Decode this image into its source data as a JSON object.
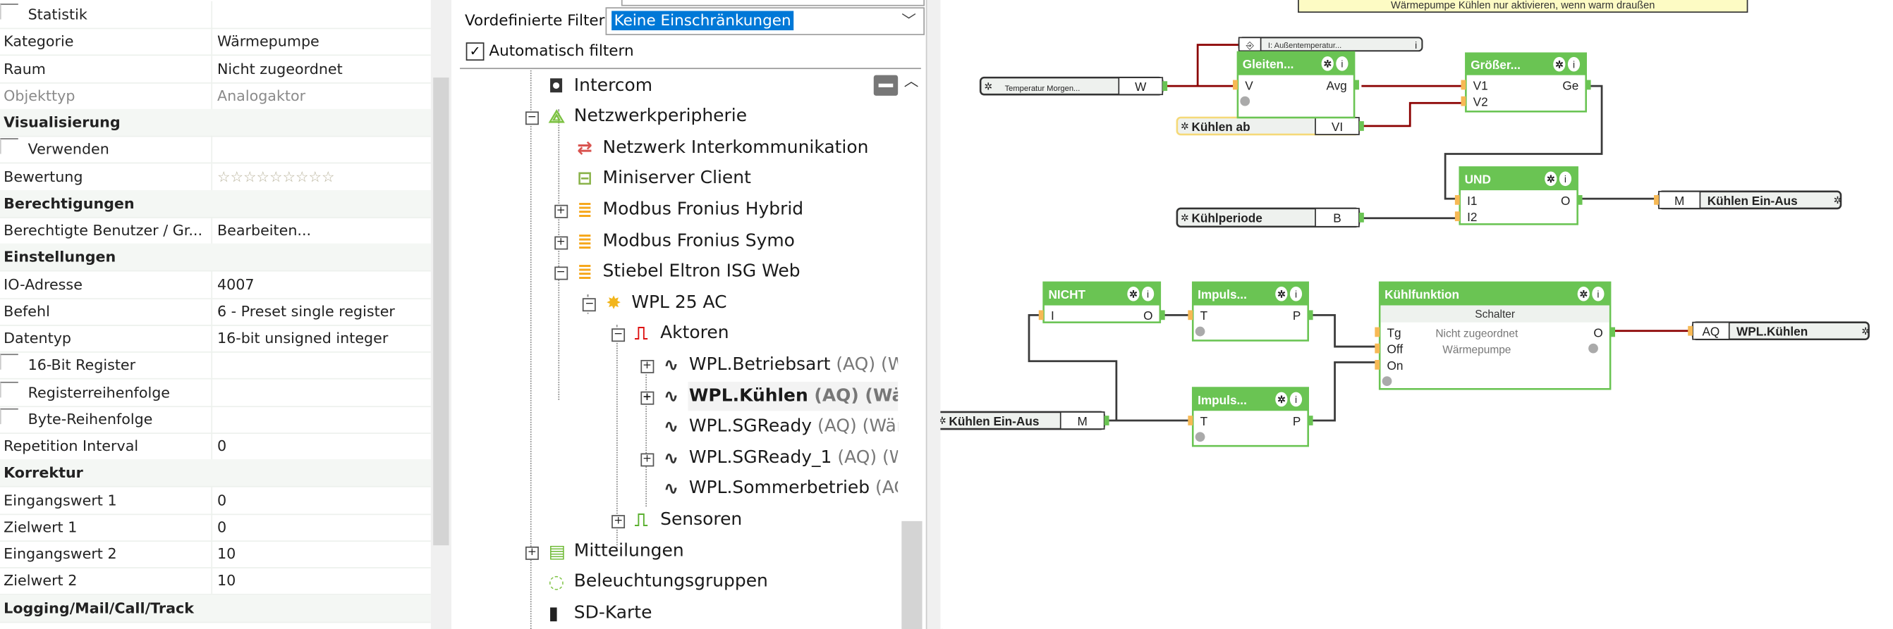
{
  "properties": [
    {
      "type": "check",
      "label": "Statistik",
      "checked": false
    },
    {
      "type": "prop",
      "label": "Kategorie",
      "value": "Wärmepumpe"
    },
    {
      "type": "prop",
      "label": "Raum",
      "value": "Nicht zugeordnet"
    },
    {
      "type": "disabled",
      "label": "Objekttyp",
      "value": "Analogaktor"
    },
    {
      "type": "category",
      "label": "Visualisierung"
    },
    {
      "type": "check",
      "label": "Verwenden",
      "checked": false
    },
    {
      "type": "rating",
      "label": "Bewertung",
      "value": "☆☆☆☆☆☆☆☆☆",
      "rating": 0
    },
    {
      "type": "category",
      "label": "Berechtigungen"
    },
    {
      "type": "prop",
      "label": "Berechtigte Benutzer / Gr...",
      "value": "Bearbeiten..."
    },
    {
      "type": "category",
      "label": "Einstellungen"
    },
    {
      "type": "prop",
      "label": "IO-Adresse",
      "value": "4007"
    },
    {
      "type": "prop",
      "label": "Befehl",
      "value": "6 - Preset single register"
    },
    {
      "type": "prop",
      "label": "Datentyp",
      "value": "16-bit unsigned integer"
    },
    {
      "type": "check",
      "label": "16-Bit Register",
      "checked": false
    },
    {
      "type": "check",
      "label": "Registerreihenfolge",
      "checked": false
    },
    {
      "type": "check",
      "label": "Byte-Reihenfolge",
      "checked": false
    },
    {
      "type": "prop",
      "label": "Repetition Interval",
      "value": "0"
    },
    {
      "type": "category",
      "label": "Korrektur"
    },
    {
      "type": "prop",
      "label": "Eingangswert 1",
      "value": "0"
    },
    {
      "type": "prop",
      "label": "Zielwert 1",
      "value": "0"
    },
    {
      "type": "prop",
      "label": "Eingangswert 2",
      "value": "10"
    },
    {
      "type": "prop",
      "label": "Zielwert 2",
      "value": "10"
    },
    {
      "type": "category",
      "label": "Logging/Mail/Call/Track"
    }
  ],
  "filter": {
    "label": "Vordefinierte Filter",
    "selected": "Keine Einschränkungen",
    "auto_label": "Automatisch filtern",
    "auto_checked": true
  },
  "tree": [
    {
      "level": 0,
      "expander": "none",
      "icon": "intercom-icon",
      "label": "Intercom"
    },
    {
      "level": 0,
      "expander": "minus",
      "icon": "network-icon",
      "label": "Netzwerkperipherie"
    },
    {
      "level": 1,
      "expander": "none",
      "icon": "arrows-exchange-icon",
      "label": "Netzwerk Interkommunikation"
    },
    {
      "level": 1,
      "expander": "none",
      "icon": "miniserver-client-icon",
      "label": "Miniserver Client"
    },
    {
      "level": 1,
      "expander": "plus",
      "icon": "database-icon",
      "label": "Modbus Fronius Hybrid"
    },
    {
      "level": 1,
      "expander": "plus",
      "icon": "database-icon",
      "label": "Modbus Fronius Symo"
    },
    {
      "level": 1,
      "expander": "minus",
      "icon": "database-icon",
      "label": "Stiebel Eltron ISG Web"
    },
    {
      "level": 2,
      "expander": "minus",
      "icon": "device-star-icon",
      "label": "WPL 25 AC"
    },
    {
      "level": 3,
      "expander": "minus",
      "icon": "actuator-icon",
      "label": "Aktoren"
    },
    {
      "level": 4,
      "expander": "plus",
      "icon": "analog-output-icon",
      "label": "WPL.Betriebsart",
      "suffix": "(AQ) (W"
    },
    {
      "level": 4,
      "expander": "plus",
      "icon": "analog-output-icon",
      "label": "WPL.Kühlen",
      "suffix": "(AQ) (Wär",
      "bold": true,
      "selected": true
    },
    {
      "level": 4,
      "expander": "none",
      "icon": "analog-output-icon",
      "label": "WPL.SGReady",
      "suffix": "(AQ) (Wär"
    },
    {
      "level": 4,
      "expander": "plus",
      "icon": "analog-output-icon",
      "label": "WPL.SGReady_1",
      "suffix": "(AQ) (W"
    },
    {
      "level": 4,
      "expander": "none",
      "icon": "analog-output-icon",
      "label": "WPL.Sommerbetrieb",
      "suffix": "(AC"
    },
    {
      "level": 3,
      "expander": "plus",
      "icon": "sensor-icon",
      "label": "Sensoren"
    },
    {
      "level": 0,
      "expander": "plus",
      "icon": "log-icon",
      "label": "Mitteilungen"
    },
    {
      "level": 0,
      "expander": "none",
      "icon": "lighting-group-icon",
      "label": "Beleuchtungsgruppen"
    },
    {
      "level": 0,
      "expander": "none",
      "icon": "sd-card-icon",
      "label": "SD-Karte"
    }
  ],
  "canvas": {
    "comment": "Wärmepumpe Kühlen nur aktivieren, wenn warm draußen",
    "inputs": {
      "temp": {
        "label": "Temperatur Morgen...",
        "type": "W"
      },
      "aussen": {
        "label": "I: Außentemperatur..."
      },
      "kuehlen_ab": {
        "label": "Kühlen ab",
        "type": "VI"
      },
      "kuehlperiode": {
        "label": "Kühlperiode",
        "type": "B"
      },
      "kuehlen_ein_aus_in": {
        "label": "Kühlen Ein-Aus",
        "type": "M"
      }
    },
    "outputs": {
      "kuehlen_ein_aus": {
        "type": "M",
        "label": "Kühlen Ein-Aus"
      },
      "wpl_kuehlen": {
        "type": "AQ",
        "label": "WPL.Kühlen"
      }
    },
    "blocks": {
      "gleiten": {
        "title": "Gleiten...",
        "in": [
          "V"
        ],
        "out": [
          "Avg"
        ]
      },
      "groesser": {
        "title": "Größer...",
        "in": [
          "V1",
          "V2"
        ],
        "out": [
          "Ge"
        ]
      },
      "und": {
        "title": "UND",
        "in": [
          "I1",
          "I2"
        ],
        "out": [
          "O"
        ]
      },
      "nicht": {
        "title": "NICHT",
        "in": [
          "I"
        ],
        "out": [
          "O"
        ]
      },
      "impuls1": {
        "title": "Impuls...",
        "in": [
          "T"
        ],
        "out": [
          "P"
        ]
      },
      "impuls2": {
        "title": "Impuls...",
        "in": [
          "T"
        ],
        "out": [
          "P"
        ]
      },
      "kuehlfunktion": {
        "title": "Kühlfunktion",
        "subtitle": "Schalter",
        "in": [
          "Tg",
          "Off",
          "On"
        ],
        "out": [
          "O"
        ],
        "info1": "Nicht zugeordnet",
        "info2": "Wärmepumpe"
      }
    },
    "colors": {
      "block_green": "#6ac453",
      "wire_active": "#8b0000",
      "wire": "#3a3a3a",
      "input_port": "#f7b955",
      "output_port": "#6ac453",
      "comment_bg": "#fdfbc4"
    }
  }
}
